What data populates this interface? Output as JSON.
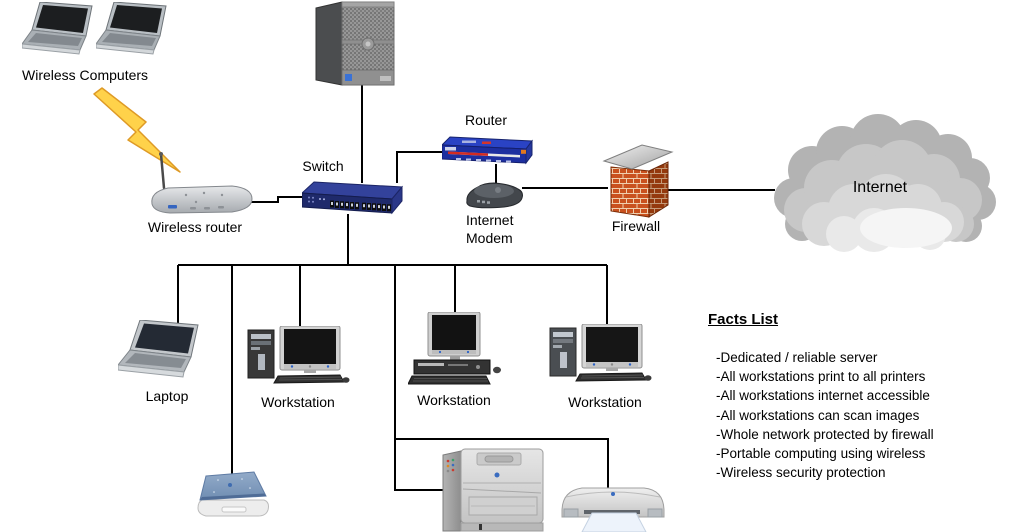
{
  "nodes": {
    "wireless_computers": {
      "label": "Wireless Computers"
    },
    "wireless_router": {
      "label": "Wireless router"
    },
    "switch": {
      "label": "Switch"
    },
    "router": {
      "label": "Router"
    },
    "internet_modem": {
      "label": "Internet\nModem"
    },
    "firewall": {
      "label": "Firewall"
    },
    "internet_cloud": {
      "label": "Internet"
    },
    "laptop": {
      "label": "Laptop"
    },
    "workstation_1": {
      "label": "Workstation"
    },
    "workstation_2": {
      "label": "Workstation"
    },
    "workstation_3": {
      "label": "Workstation"
    }
  },
  "facts_list": {
    "title": "Facts List",
    "items": [
      "-Dedicated / reliable server",
      "-All workstations print to all printers",
      "-All workstations internet accessible",
      "-All workstations can scan images",
      "-Whole network protected by firewall",
      "-Portable computing using wireless",
      "-Wireless security protection"
    ]
  },
  "colors": {
    "background": "#FFFFFF",
    "connection_line": "#000000",
    "lightning_fill": "#FFD24A",
    "lightning_stroke": "#DE9A26",
    "switch_blue": "#33429B",
    "router_blue": "#2A43C4",
    "firewall_brick": "#C9511E",
    "cloud_gray": "#C7C7C7",
    "scanner_lid": "#7F9CC0",
    "text": "#000000"
  }
}
